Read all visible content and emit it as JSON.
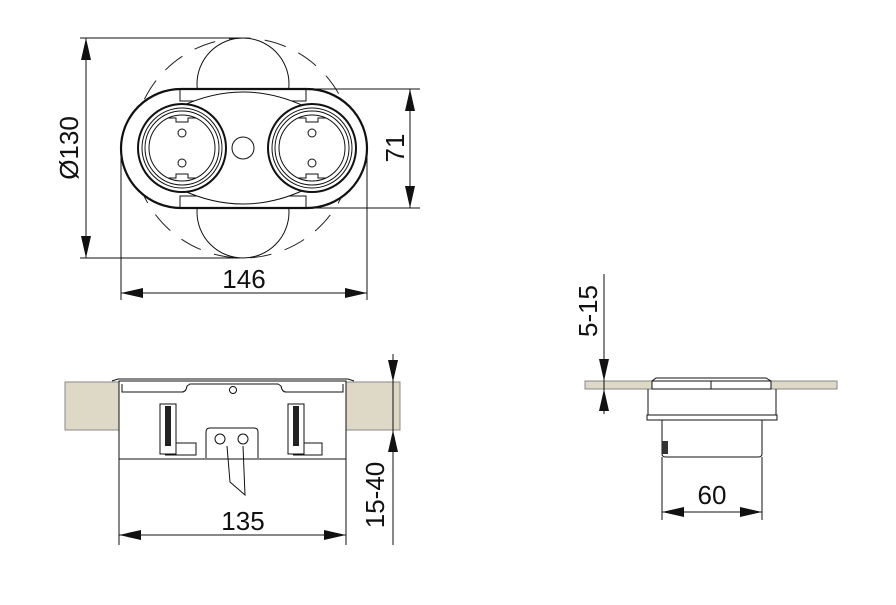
{
  "drawing": {
    "top_view": {
      "diameter_label": "Ø130",
      "width_label": "146",
      "height_label": "71"
    },
    "front_view": {
      "width_label": "135",
      "thickness_label": "15-40"
    },
    "side_view": {
      "depth_label": "60",
      "flange_label": "5-15"
    },
    "colors": {
      "surface": "#ded8c6",
      "line": "#111111"
    }
  }
}
